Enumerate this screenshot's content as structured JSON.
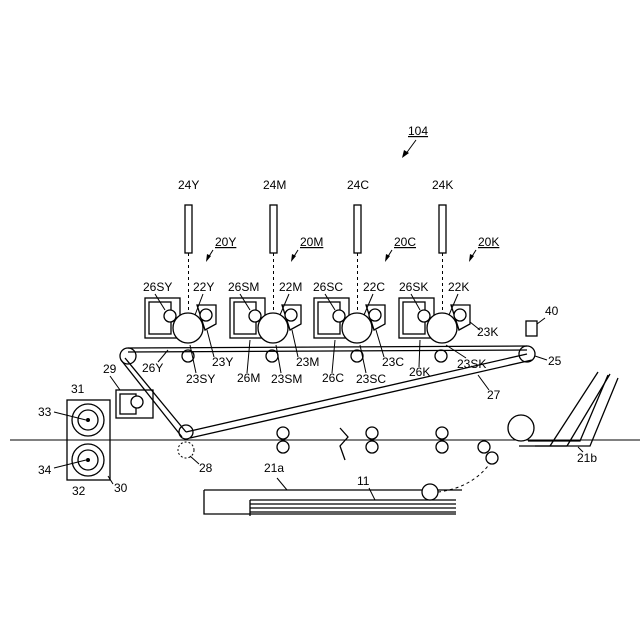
{
  "figure": {
    "ref_main": "104",
    "heads": [
      {
        "label": "24Y"
      },
      {
        "label": "24M"
      },
      {
        "label": "24C"
      },
      {
        "label": "24K"
      }
    ],
    "stations": [
      {
        "unit": "20Y",
        "charger": "26SY",
        "drum": "22Y",
        "cleaner": "23Y",
        "sub": "23SY",
        "dev": "26Y"
      },
      {
        "unit": "20M",
        "charger": "26SM",
        "drum": "22M",
        "cleaner": "23M",
        "sub": "23SM",
        "dev": "26M"
      },
      {
        "unit": "20C",
        "charger": "26SC",
        "drum": "22C",
        "cleaner": "23C",
        "sub": "23SC",
        "dev": "26C"
      },
      {
        "unit": "20K",
        "charger": "26SK",
        "drum": "22K",
        "cleaner": "23K",
        "sub": "23SK",
        "dev": "26K"
      }
    ],
    "labels": {
      "l40": "40",
      "l25": "25",
      "l27": "27",
      "l29": "29",
      "l28": "28",
      "l31": "31",
      "l33": "33",
      "l34": "34",
      "l32": "32",
      "l30": "30",
      "l21a": "21a",
      "l11": "11",
      "l21b": "21b"
    }
  }
}
